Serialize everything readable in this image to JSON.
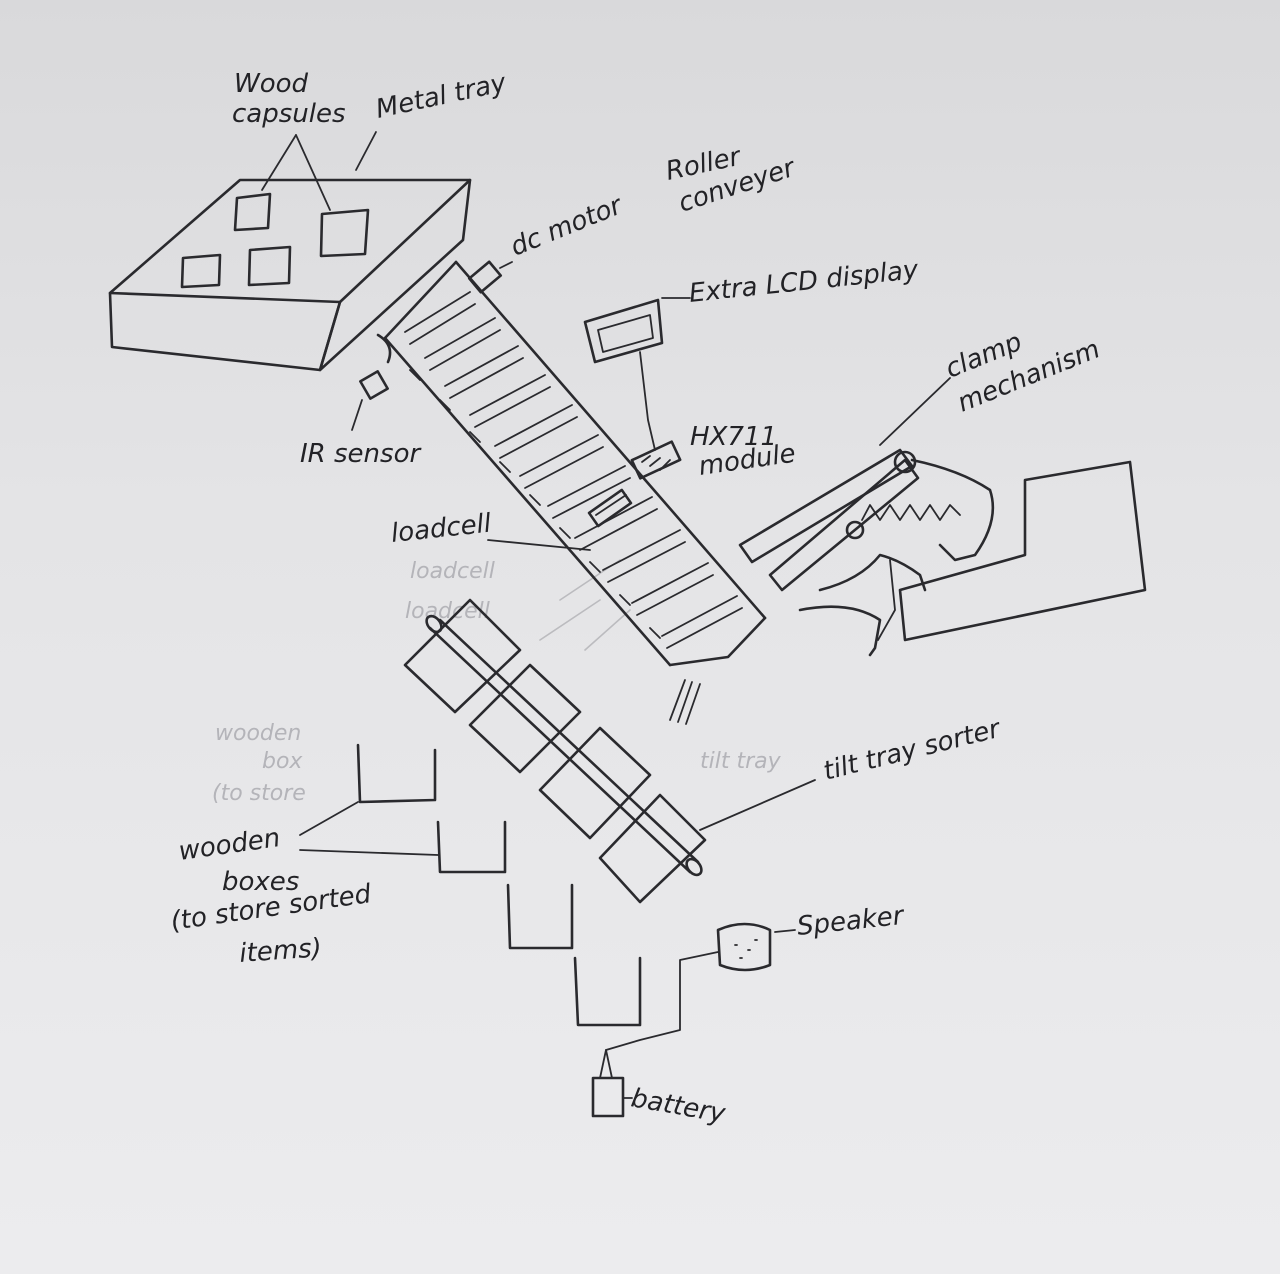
{
  "labels": {
    "wood": "Wood",
    "capsules": "capsules",
    "metal_tray": "Metal tray",
    "dc_motor": "dc motor",
    "roller": "Roller",
    "conveyer": "conveyer",
    "lcd": "Extra LCD display",
    "clamp": "clamp",
    "mechanism": "mechanism",
    "hx711": "HX711",
    "module": "module",
    "ir_sensor": "IR sensor",
    "loadcell": "loadcell",
    "tilt_tray_sorter": "tilt tray sorter",
    "wooden": "wooden",
    "boxes": "boxes",
    "to_store": "(to store sorted",
    "items": "items)",
    "speaker": "Speaker",
    "battery": "battery"
  },
  "ghost_labels": {
    "loadcell_1": "loadcell",
    "loadcell_2": "loadcell",
    "wooden": "wooden",
    "box": "box",
    "to_store": "(to store",
    "tilt_tray": "tilt tray"
  },
  "ink_color": "#2a2a2e",
  "paper_color": "#e4e4e6"
}
